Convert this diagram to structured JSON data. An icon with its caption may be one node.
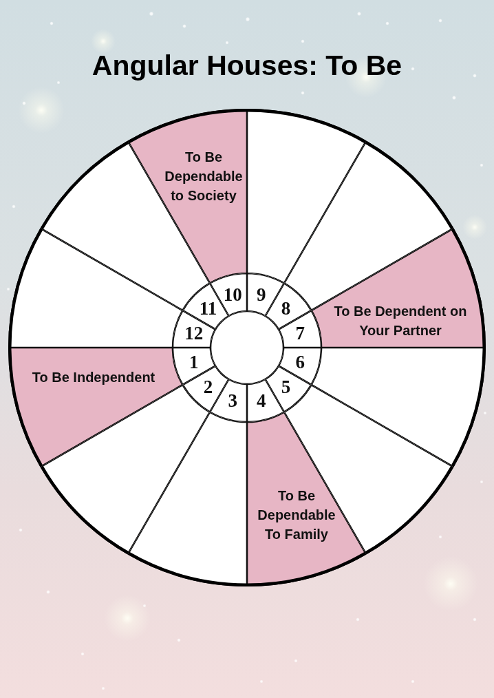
{
  "diagram": {
    "title": "Angular Houses: To Be",
    "nodes": [
      {
        "text": [
          "To Be Independent"
        ]
      },
      {
        "text": [],
        "shape": "wedge"
      },
      {
        "text": [],
        "shape": "wedge"
      },
      {
        "text": [
          "To Be Dependable To Family"
        ]
      },
      {
        "text": [],
        "shape": "wedge"
      },
      {
        "text": [],
        "shape": "wedge"
      },
      {
        "text": [
          "To Be Dependent on Your Partner"
        ]
      },
      {
        "text": [],
        "shape": "wedge"
      },
      {
        "text": [],
        "shape": "wedge"
      },
      {
        "text": [
          "To Be Dependable to Society"
        ]
      },
      {
        "text": [],
        "shape": "wedge"
      },
      {
        "text": [],
        "shape": "wedge"
      },
      {
        "text": [
          "1"
        ]
      },
      {
        "text": [
          "2"
        ]
      },
      {
        "text": [
          "3"
        ]
      },
      {
        "text": [
          "4"
        ]
      },
      {
        "text": [
          "5"
        ]
      },
      {
        "text": [
          "6"
        ]
      },
      {
        "text": [
          "7"
        ]
      },
      {
        "text": [
          "8"
        ]
      },
      {
        "text": [
          "9"
        ]
      },
      {
        "text": [
          "10"
        ]
      },
      {
        "text": [
          "11"
        ]
      },
      {
        "text": [
          "12"
        ]
      },
      {
        "text": [],
        "shape": "circle"
      }
    ]
  }
}
